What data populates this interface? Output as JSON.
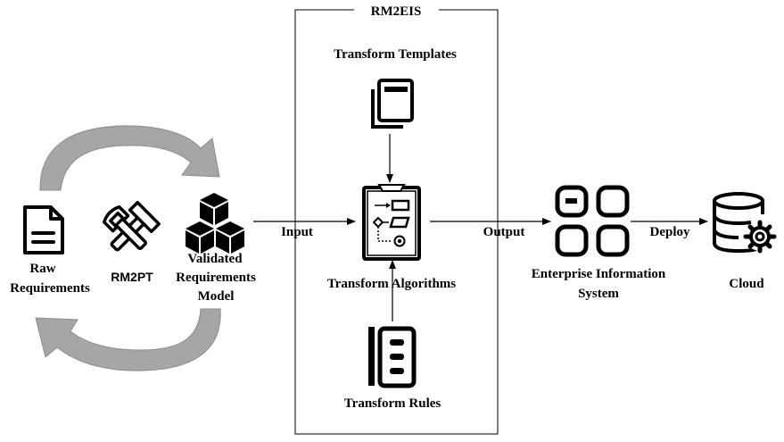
{
  "diagram": {
    "container_title": "RM2EIS",
    "nodes": {
      "raw_requirements": {
        "label_line1": "Raw",
        "label_line2": "Requirements"
      },
      "rm2pt": {
        "label": "RM2PT"
      },
      "validated_model": {
        "label_line1": "Validated",
        "label_line2": "Requirements",
        "label_line3": "Model"
      },
      "transform_templates": {
        "label": "Transform Templates"
      },
      "transform_algorithms": {
        "label": "Transform Algorithms"
      },
      "transform_rules": {
        "label": "Transform Rules"
      },
      "eis": {
        "label_line1": "Enterprise Information",
        "label_line2": "System"
      },
      "cloud": {
        "label": "Cloud"
      }
    },
    "edges": {
      "input": "Input",
      "output": "Output",
      "deploy": "Deploy"
    },
    "colors": {
      "cycle_arrow": "#a6a6a6",
      "cycle_arrow_stroke": "#8c8c8c",
      "ink": "#000000"
    }
  }
}
